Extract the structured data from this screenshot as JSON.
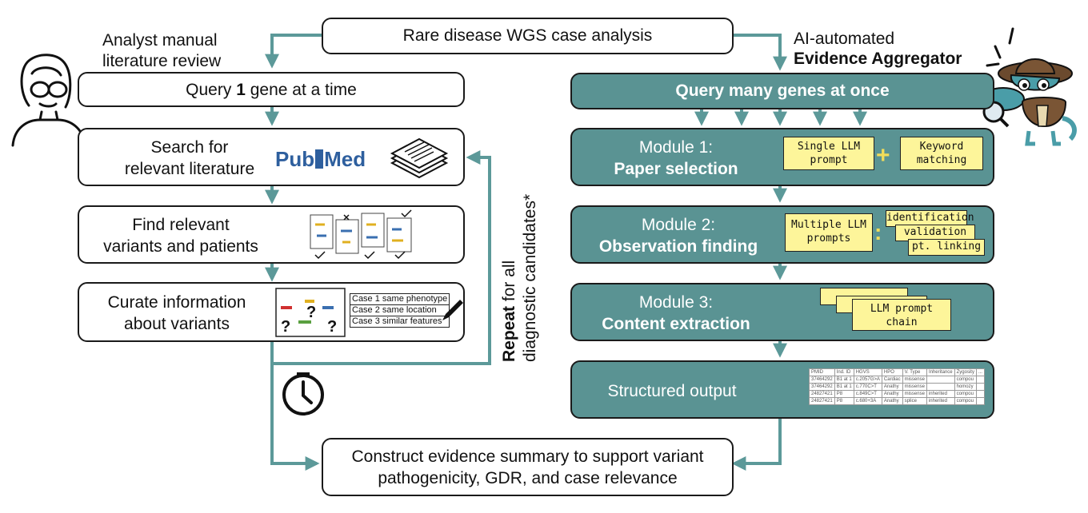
{
  "top_box": "Rare disease WGS case analysis",
  "left": {
    "heading_line1": "Analyst manual",
    "heading_line2": "literature review",
    "query_pre": "Query ",
    "query_bold": "1",
    "query_post": " gene at a time",
    "search_line1": "Search for",
    "search_line2": "relevant literature",
    "pubmed_left": "Pub",
    "pubmed_right": "Med",
    "find_line1": "Find relevant",
    "find_line2": "variants and patients",
    "curate_line1": "Curate information",
    "curate_line2": "about variants",
    "cases": [
      "Case 1 same phenotype",
      "Case 2 same location",
      "Case 3 similar features"
    ]
  },
  "repeat": {
    "bold": "Repeat",
    "line1_rest": " for all",
    "line2": "diagnostic candidates*"
  },
  "right": {
    "heading_line1": "AI-automated",
    "heading_line2": "Evidence Aggregator",
    "query": "Query many genes at once",
    "module1_title": "Module 1:",
    "module1_name": "Paper selection",
    "module1_note1_line1": "Single LLM",
    "module1_note1_line2": "prompt",
    "plus": "+",
    "module1_note2_line1": "Keyword",
    "module1_note2_line2": "matching",
    "module2_title": "Module 2:",
    "module2_name": "Observation finding",
    "module2_note_line1": "Multiple LLM",
    "module2_note_line2": "prompts",
    "colon": ":",
    "module2_steps": [
      "identification",
      "validation",
      "pt. linking"
    ],
    "module3_title": "Module 3:",
    "module3_name": "Content extraction",
    "module3_note_line1": "LLM prompt",
    "module3_note_line2": "chain",
    "structured": "Structured output",
    "table_headers": [
      "PMID",
      "Ind. ID",
      "HGVS",
      "HPO",
      "V. Type",
      "Inheritance",
      "Zygosity",
      "..."
    ],
    "table_rows": [
      [
        "37464292",
        "B1 at 1",
        "c.2057G>A",
        "Cardiac",
        "missense",
        "",
        "compou",
        ""
      ],
      [
        "37464292",
        "B1 at 1",
        "c.770C>T",
        "Anathy",
        "missense",
        "",
        "homozy",
        ""
      ],
      [
        "24827421",
        "P8",
        "c.849C>T",
        "Anathy",
        "missense",
        "inherited",
        "compou",
        ""
      ],
      [
        "24827421",
        "P8",
        "c.680+3A",
        "Anathy",
        "splice",
        "inherited",
        "compou",
        ""
      ]
    ]
  },
  "bottom_line1": "Construct evidence summary to support variant",
  "bottom_line2": "pathogenicity, GDR, and case relevance",
  "colors": {
    "teal": "#5a9393",
    "arrow": "#5c9999",
    "note": "#fdf59a",
    "pubmed_blue": "#2e5f9e"
  }
}
